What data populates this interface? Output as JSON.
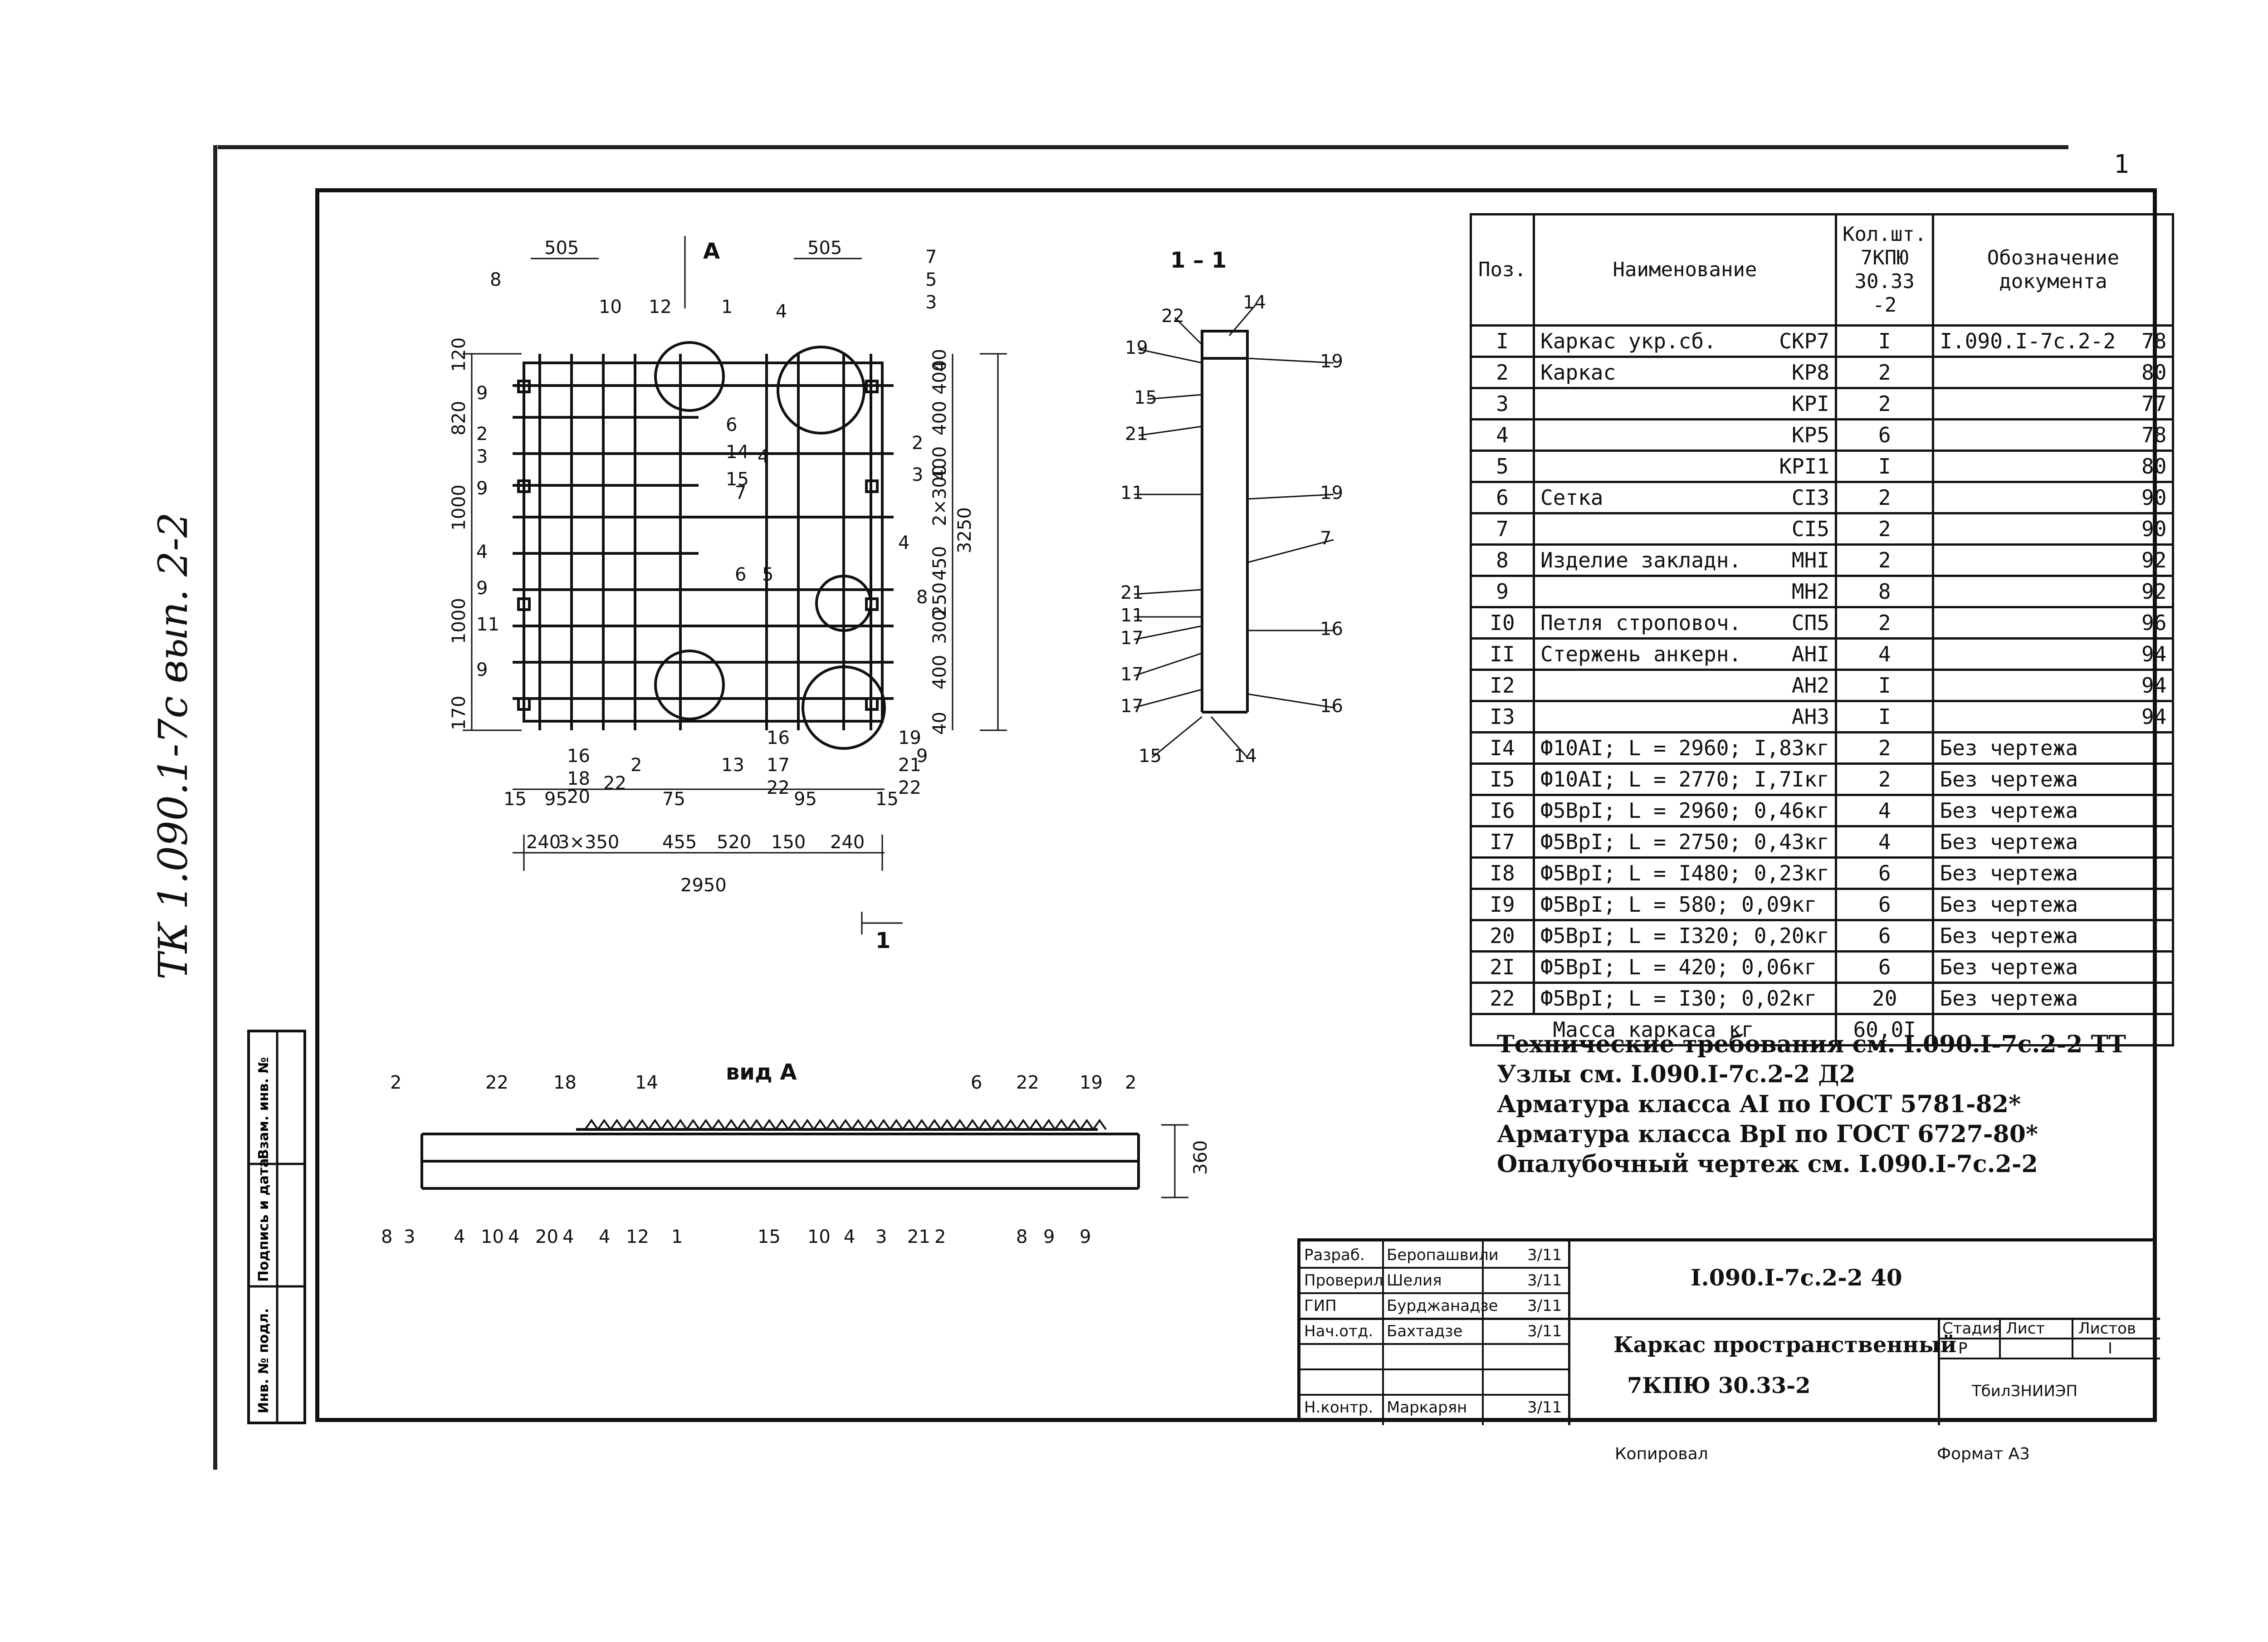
{
  "sheet": {
    "sheet_number": "1",
    "handwritten_code": "ТК 1.090.1-7с вып. 2-2",
    "copied_label": "Копировал",
    "format_label": "Формат А3"
  },
  "side_stamp": {
    "cells": [
      "Инв. № подл.",
      "Подпись и дата",
      "Взам. инв. №"
    ]
  },
  "plan_view": {
    "section_marker": "А",
    "section_cut": "1",
    "dims_top": [
      "505",
      "505"
    ],
    "dims_left": [
      "120",
      "820",
      "1000",
      "1000",
      "170"
    ],
    "dims_right": [
      "40",
      "400",
      "400",
      "400",
      "2×300",
      "450",
      "250",
      "300",
      "400",
      "40"
    ],
    "overall_height": "3250",
    "dims_bottom": [
      "240",
      "3×350",
      "455",
      "520",
      "150",
      "240"
    ],
    "overall_width": "2950",
    "small_bottom": [
      "15",
      "95",
      "75",
      "95",
      "15"
    ],
    "pos_callouts": [
      "8",
      "9",
      "2",
      "3",
      "9",
      "4",
      "9",
      "11",
      "9",
      "10",
      "12",
      "1",
      "4",
      "6",
      "14",
      "15",
      "4",
      "7",
      "6",
      "5",
      "2",
      "13",
      "16",
      "17",
      "22",
      "7",
      "5",
      "3",
      "2",
      "3",
      "4",
      "8",
      "9",
      "16",
      "18",
      "20",
      "22",
      "19",
      "21",
      "22"
    ]
  },
  "section_view": {
    "title": "1 – 1",
    "callouts": [
      "22",
      "14",
      "19",
      "19",
      "15",
      "21",
      "11",
      "19",
      "7",
      "21",
      "11",
      "17",
      "16",
      "17",
      "17",
      "16",
      "15",
      "14"
    ]
  },
  "view_a": {
    "title": "вид А",
    "height_dim": "360",
    "top_callouts": [
      "2",
      "22",
      "18",
      "14",
      "6",
      "22",
      "19",
      "2"
    ],
    "bottom_callouts": [
      "8",
      "3",
      "4",
      "10",
      "4",
      "20",
      "4",
      "4",
      "12",
      "1",
      "15",
      "10",
      "4",
      "3",
      "21",
      "2",
      "8",
      "9",
      "9"
    ]
  },
  "spec_table": {
    "headers": {
      "pos": "Поз.",
      "name": "Наименование",
      "qty": "Кол.шт. 7КПЮ 30.33 -2",
      "doc": "Обозначение документа"
    },
    "rows": [
      {
        "pos": "I",
        "name": "Каркас укр.сб.",
        "sub": "СКР7",
        "qty": "I",
        "doc": "I.090.I-7с.2-2",
        "page": "78"
      },
      {
        "pos": "2",
        "name": "Каркас",
        "sub": "КР8",
        "qty": "2",
        "doc": "",
        "page": "80"
      },
      {
        "pos": "3",
        "name": "",
        "sub": "КРI",
        "qty": "2",
        "doc": "",
        "page": "77"
      },
      {
        "pos": "4",
        "name": "",
        "sub": "КР5",
        "qty": "6",
        "doc": "",
        "page": "78"
      },
      {
        "pos": "5",
        "name": "",
        "sub": "КРI1",
        "qty": "I",
        "doc": "",
        "page": "80"
      },
      {
        "pos": "6",
        "name": "Сетка",
        "sub": "СI3",
        "qty": "2",
        "doc": "",
        "page": "90"
      },
      {
        "pos": "7",
        "name": "",
        "sub": "СI5",
        "qty": "2",
        "doc": "",
        "page": "90"
      },
      {
        "pos": "8",
        "name": "Изделие закладн.",
        "sub": "МНI",
        "qty": "2",
        "doc": "",
        "page": "92"
      },
      {
        "pos": "9",
        "name": "",
        "sub": "МН2",
        "qty": "8",
        "doc": "",
        "page": "92"
      },
      {
        "pos": "I0",
        "name": "Петля строповоч.",
        "sub": "СП5",
        "qty": "2",
        "doc": "",
        "page": "96"
      },
      {
        "pos": "II",
        "name": "Стержень анкерн.",
        "sub": "АНI",
        "qty": "4",
        "doc": "",
        "page": "94"
      },
      {
        "pos": "I2",
        "name": "",
        "sub": "АН2",
        "qty": "I",
        "doc": "",
        "page": "94"
      },
      {
        "pos": "I3",
        "name": "",
        "sub": "АН3",
        "qty": "I",
        "doc": "",
        "page": "94"
      },
      {
        "pos": "I4",
        "name": "Ф10АI; L = 2960; I,83кг",
        "sub": "",
        "qty": "2",
        "doc": "Без чертежа",
        "page": ""
      },
      {
        "pos": "I5",
        "name": "Ф10АI; L = 2770; I,7Iкг",
        "sub": "",
        "qty": "2",
        "doc": "Без чертежа",
        "page": ""
      },
      {
        "pos": "I6",
        "name": "Ф5ВрI; L = 2960; 0,46кг",
        "sub": "",
        "qty": "4",
        "doc": "Без чертежа",
        "page": ""
      },
      {
        "pos": "I7",
        "name": "Ф5ВрI; L = 2750; 0,43кг",
        "sub": "",
        "qty": "4",
        "doc": "Без чертежа",
        "page": ""
      },
      {
        "pos": "I8",
        "name": "Ф5ВрI; L = I480; 0,23кг",
        "sub": "",
        "qty": "6",
        "doc": "Без чертежа",
        "page": ""
      },
      {
        "pos": "I9",
        "name": "Ф5ВрI; L = 580; 0,09кг",
        "sub": "",
        "qty": "6",
        "doc": "Без чертежа",
        "page": ""
      },
      {
        "pos": "20",
        "name": "Ф5ВрI; L = I320; 0,20кг",
        "sub": "",
        "qty": "6",
        "doc": "Без чертежа",
        "page": ""
      },
      {
        "pos": "2I",
        "name": "Ф5ВрI; L = 420; 0,06кг",
        "sub": "",
        "qty": "6",
        "doc": "Без чертежа",
        "page": ""
      },
      {
        "pos": "22",
        "name": "Ф5ВрI; L = I30; 0,02кг",
        "sub": "",
        "qty": "20",
        "doc": "Без чертежа",
        "page": ""
      }
    ],
    "total_label": "Масса каркаса кг",
    "total_value": "60,0I"
  },
  "notes": [
    "Технические требования см. I.090.I-7с.2-2 ТТ",
    "Узлы см. I.090.I-7с.2-2 Д2",
    "Арматура класса АI по ГОСТ 5781-82*",
    "Арматура класса ВрI по ГОСТ 6727-80*",
    "Опалубочный чертеж см. I.090.I-7с.2-2"
  ],
  "title_block": {
    "designation": "I.090.I-7с.2-2 40",
    "title_line1": "Каркас пространственный",
    "title_line2": "7КПЮ 30.33-2",
    "stage_label": "Стадия",
    "stage_value": "Р",
    "sheet_label": "Лист",
    "sheets_label": "Листов",
    "sheets_value": "I",
    "organization": "ТбилЗНИИЭП",
    "roles": [
      {
        "role": "Разраб.",
        "name": "Беропашвили",
        "date": "3/11"
      },
      {
        "role": "Проверил",
        "name": "Шелия",
        "date": "3/11"
      },
      {
        "role": "ГИП",
        "name": "Бурджанадзе",
        "date": "3/11"
      },
      {
        "role": "Нач.отд.",
        "name": "Бахтадзе",
        "date": "3/11"
      },
      {
        "role": "",
        "name": "",
        "date": ""
      },
      {
        "role": "",
        "name": "",
        "date": ""
      },
      {
        "role": "Н.контр.",
        "name": "Маркарян",
        "date": "3/11"
      }
    ]
  }
}
